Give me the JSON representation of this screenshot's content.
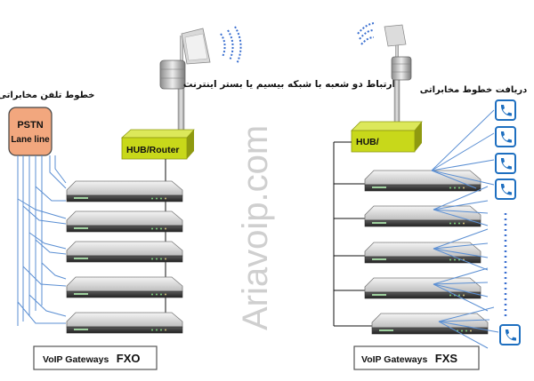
{
  "labels": {
    "left_title": "خطوط تلفن مخابراتی",
    "pstn_line1": "PSTN",
    "pstn_line2": "Lane line",
    "center_caption": "ارتباط دو شعبه با شبکه بیسیم یا بستر اینترنت",
    "right_title": "دریافت خطوط مخابراتی",
    "hub_left": "HUB/Router",
    "hub_right": "HUB/",
    "watermark": "Ariavoip.com",
    "fxo_prefix": "VoIP Gateways",
    "fxo_suffix": "FXO",
    "fxs_prefix": "VoIP Gateways",
    "fxs_suffix": "FXS"
  },
  "colors": {
    "hub_fill": "#c8d81a",
    "hub_top": "#dce85a",
    "hub_side": "#8f9a10",
    "pstn_fill": "#f2a77e",
    "line_blue": "#5b8fd3",
    "phone_blue": "#1e6fc0",
    "wave_blue": "#3a6fd0",
    "watermark": "#cfcfcf"
  },
  "icons": [
    "antenna-icon",
    "wireless-wave-icon",
    "phone-icon",
    "gateway-device-icon"
  ]
}
